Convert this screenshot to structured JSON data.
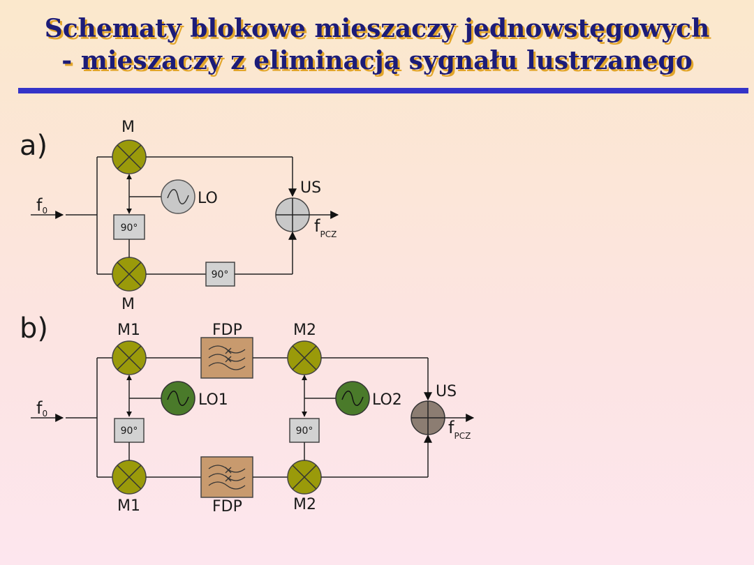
{
  "slide": {
    "title_line1": "Schematy blokowe mieszaczy jednowstęgowych",
    "title_line2": "- mieszaczy z eliminacją sygnału lustrzanego"
  },
  "diagram_a": {
    "label": "a)",
    "mixer_top": "M",
    "mixer_bottom": "M",
    "oscillator": "LO",
    "phase_shifter_1": "90°",
    "phase_shifter_2": "90°",
    "summer": "US",
    "input_f": "f",
    "input_sub": "0",
    "output_f": "f",
    "output_sub": "PCZ"
  },
  "diagram_b": {
    "label": "b)",
    "mixer1_top": "M1",
    "mixer1_bottom": "M1",
    "mixer2_top": "M2",
    "mixer2_bottom": "M2",
    "filter_top": "FDP",
    "filter_bottom": "FDP",
    "oscillator1": "LO1",
    "oscillator2": "LO2",
    "phase_shifter_1": "90°",
    "phase_shifter_2": "90°",
    "summer": "US",
    "input_f": "f",
    "input_sub": "0",
    "output_f": "f",
    "output_sub": "PCZ"
  },
  "colors": {
    "title_text": "#1c1c78",
    "title_shadow": "#e2a52a",
    "rule": "#3434c8",
    "mixer": "#9a9a0a",
    "oscillator_a": "#c8c8c8",
    "oscillator_b": "#4a7a2a",
    "summer_a": "#c8c8c8",
    "summer_b": "#8c7d72",
    "filter": "#c89a6e",
    "phase_box": "#d2d2d2"
  }
}
